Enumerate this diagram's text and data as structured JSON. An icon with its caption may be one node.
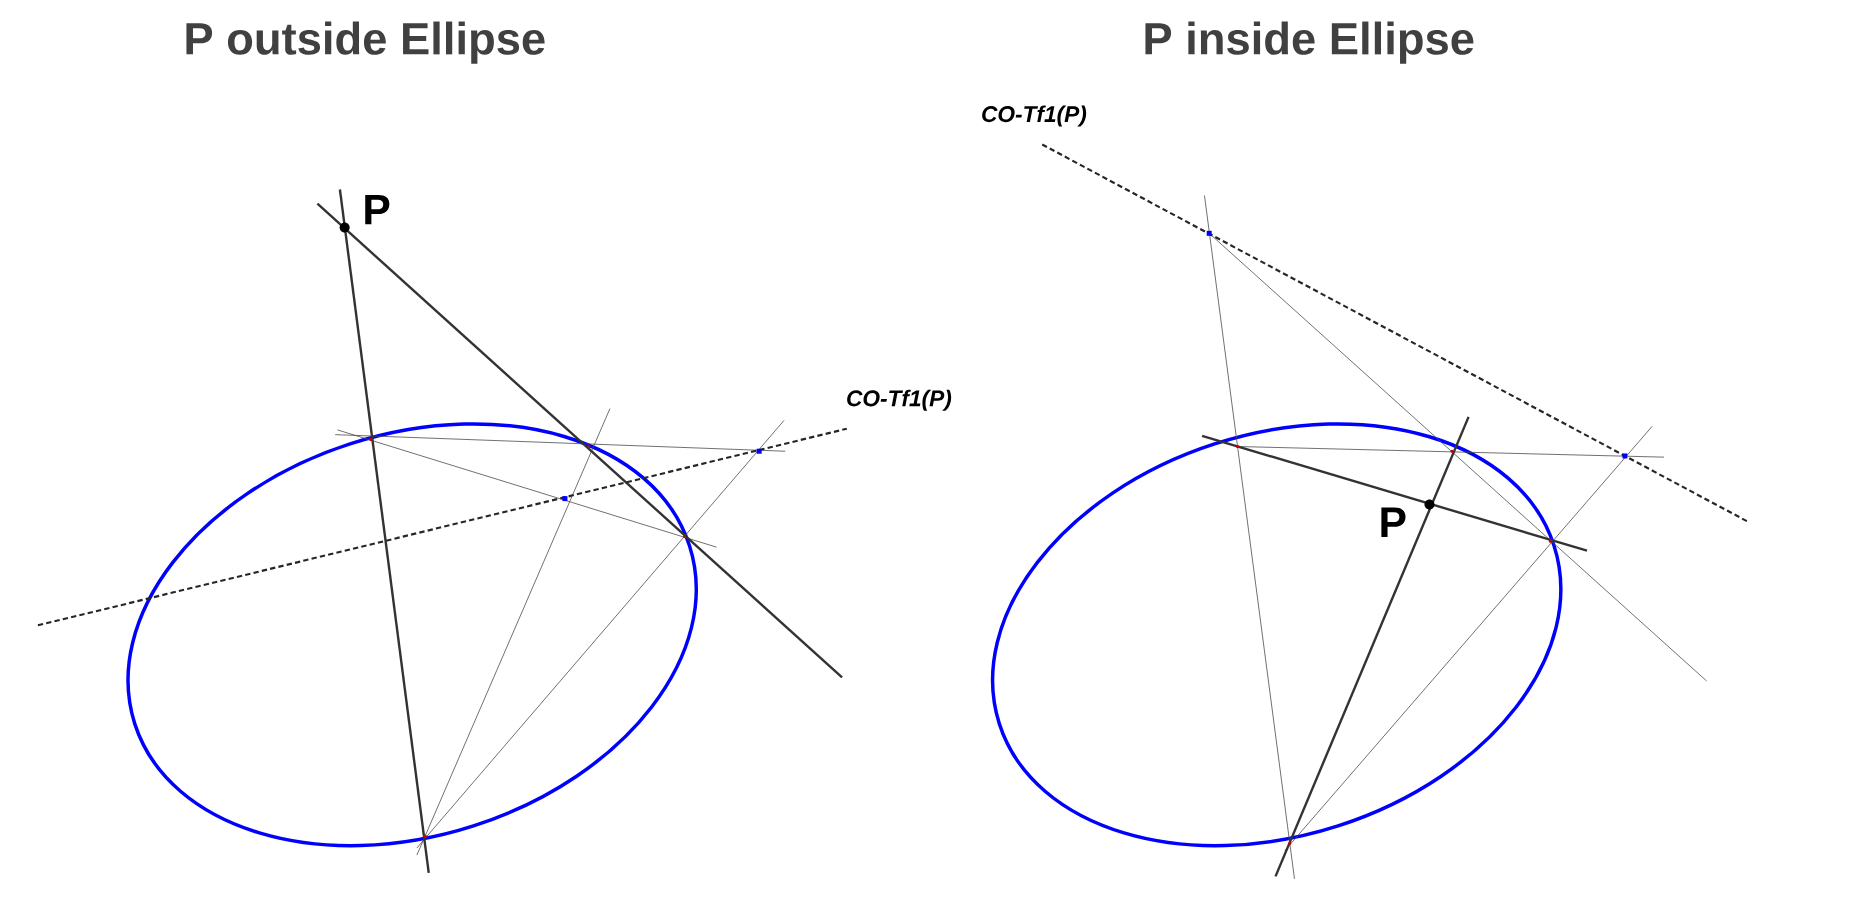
{
  "diagram": {
    "labels": [
      "P outside Ellipse",
      "P  inside Ellipse",
      "P",
      "CO-Tf1(P)",
      "CO-Tf1(P)",
      "P"
    ]
  }
}
